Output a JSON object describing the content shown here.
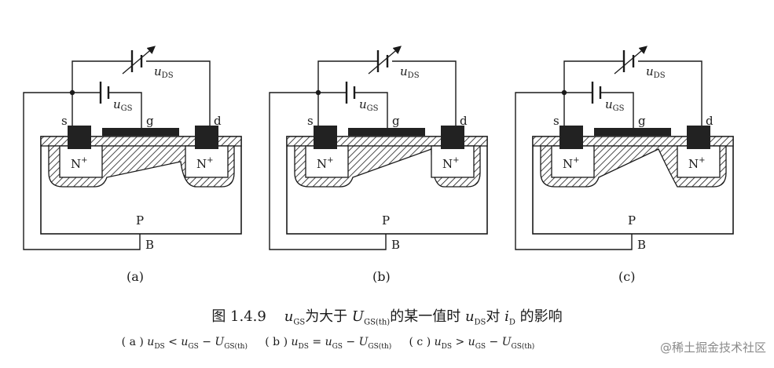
{
  "figure": {
    "panels": [
      {
        "tag": "(a)",
        "case": "a"
      },
      {
        "tag": "(b)",
        "case": "b"
      },
      {
        "tag": "(c)",
        "case": "c"
      }
    ],
    "labels": {
      "source": "s",
      "gate": "g",
      "drain": "d",
      "body": "B",
      "substrate": "P",
      "n_region": "N",
      "n_sup": "+",
      "u": "u",
      "ds_sub": "DS",
      "gs_sub": "GS"
    },
    "caption_main": {
      "prefix": "图 1.4.9",
      "u1": "u",
      "u1_sub": "GS",
      "t1": "为大于",
      "U": "U",
      "U_sub": "GS(th)",
      "t2": "的某一值时",
      "u2": "u",
      "u2_sub": "DS",
      "t3": "对",
      "i": "i",
      "i_sub": "D",
      "t4": "的影响"
    },
    "caption_sub": [
      {
        "tag": "( a )",
        "lhs": "u",
        "lhs_sub": "DS",
        "op": "<",
        "mid": "u",
        "mid_sub": "GS",
        "minus": "−",
        "rhs": "U",
        "rhs_sub": "GS(th)"
      },
      {
        "tag": "( b )",
        "lhs": "u",
        "lhs_sub": "DS",
        "op": "=",
        "mid": "u",
        "mid_sub": "GS",
        "minus": "−",
        "rhs": "U",
        "rhs_sub": "GS(th)"
      },
      {
        "tag": "( c )",
        "lhs": "u",
        "lhs_sub": "DS",
        "op": ">",
        "mid": "u",
        "mid_sub": "GS",
        "minus": "−",
        "rhs": "U",
        "rhs_sub": "GS(th)"
      }
    ],
    "watermark": "@稀土掘金技术社区"
  }
}
